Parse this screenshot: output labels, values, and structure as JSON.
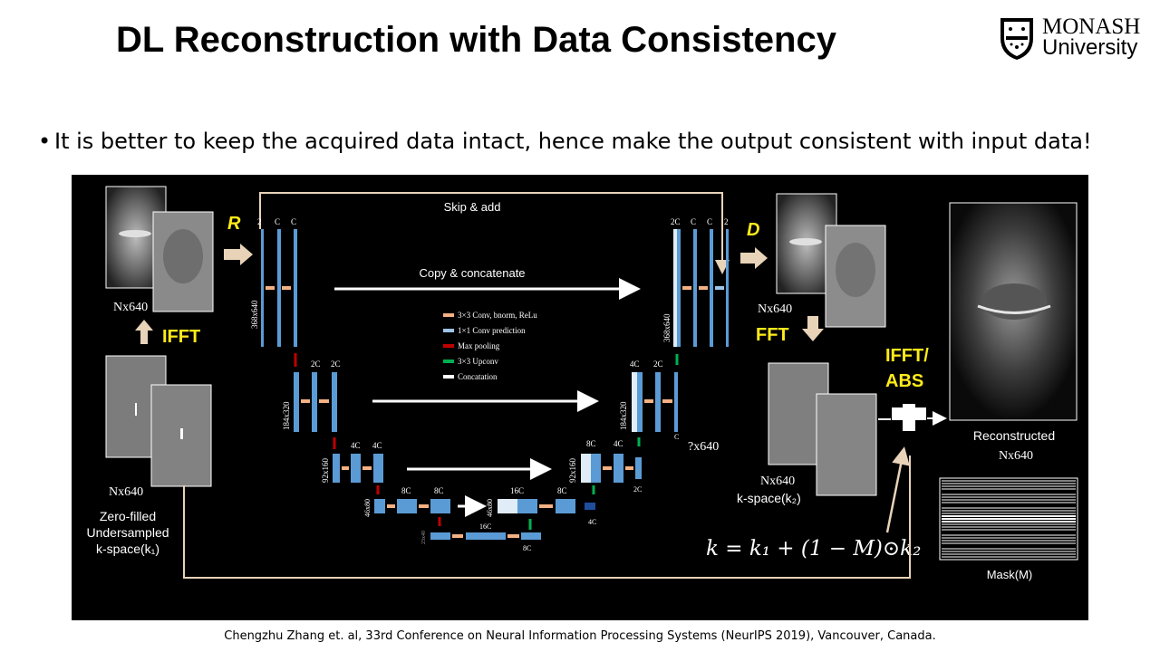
{
  "slide": {
    "title": "DL Reconstruction with Data Consistency",
    "logo": {
      "line1": "MONASH",
      "line2": "University"
    },
    "bullet": "It is better to keep the acquired data intact, hence make the output consistent with input data!",
    "citation": "Chengzhu Zhang  et. al, 33rd Conference on Neural Information Processing Systems (NeurIPS 2019), Vancouver, Canada."
  },
  "diagram": {
    "input": {
      "label_top": "Nx640",
      "ifft": "IFFT",
      "label_bottom": "Nx640",
      "caption": [
        "Zero-filled",
        "Undersampled",
        "k-space(k₁)"
      ]
    },
    "R": "R",
    "D": "D",
    "skip": "Skip & add",
    "copy": "Copy & concatenate",
    "legend": [
      "3×3 Conv, bnorm, ReLu",
      "1×1 Conv prediction",
      "Max pooling",
      "3×3 Upconv",
      "Concatation"
    ],
    "unet": {
      "l1": {
        "dim": "368x640",
        "ch": [
          "2",
          "C",
          "C"
        ],
        "up_dim": "368x640",
        "up_ch": [
          "2C",
          "C",
          "C",
          "2"
        ]
      },
      "l2": {
        "dim": "184x320",
        "ch": [
          "2C",
          "2C"
        ],
        "up_dim": "184x320",
        "up_ch": [
          "4C",
          "2C"
        ],
        "up_bottom": "C"
      },
      "l3": {
        "dim": "92x160",
        "ch": [
          "4C",
          "4C"
        ],
        "up_dim": "92x160",
        "up_ch": [
          "8C",
          "4C"
        ],
        "up_bottom": "2C"
      },
      "l4": {
        "dim": "46x80",
        "ch": [
          "8C",
          "8C"
        ],
        "up_dim": "46x80",
        "up_ch": [
          "16C",
          "8C"
        ],
        "up_bottom": "4C"
      },
      "l5": {
        "dim": "23x40",
        "top": "16C",
        "bottom": "8C"
      },
      "out": "?x640"
    },
    "middle": {
      "top_label": "Nx640",
      "fft": "FFT",
      "bottom_label": "Nx640",
      "caption": "k-space(k₂)"
    },
    "ifft_abs": [
      "IFFT/",
      "ABS"
    ],
    "formula": "k = k₁ + (1 − M)⊙k₂",
    "output": {
      "caption1": "Reconstructed",
      "caption2": "Nx640"
    },
    "mask": "Mask(M)"
  },
  "colors": {
    "panel_bg": "#000000",
    "layer_blue": "#5b9bd5",
    "accent_yellow": "#ffeb1a",
    "arrow_tan": "#f4b183"
  }
}
